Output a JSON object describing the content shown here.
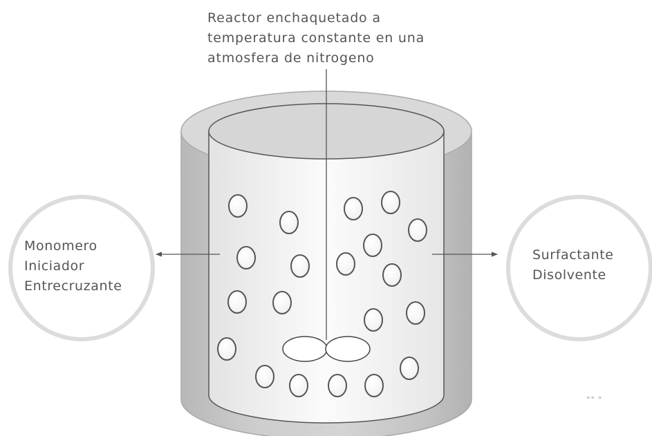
{
  "title_lines": [
    "Reactor enchaquetado a",
    "temperatura constante en una",
    "atmosfera de nitrogeno"
  ],
  "left_circle": {
    "lines": [
      "Monomero",
      "Iniciador",
      "Entrecruzante"
    ]
  },
  "right_circle": {
    "lines": [
      "Surfactante",
      "Disolvente"
    ]
  },
  "corner_mark": "»» »",
  "colors": {
    "jacket": "#c4c4c4",
    "jacket_edge": "#a8a8a8",
    "inner_wall": "#f0f0f0",
    "line": "#555555",
    "text": "#555555",
    "circle_ring": "#dcdcdc"
  },
  "icons": {
    "particle": "particle-icon",
    "stirrer": "stirrer-icon",
    "arrow": "arrow-icon"
  }
}
